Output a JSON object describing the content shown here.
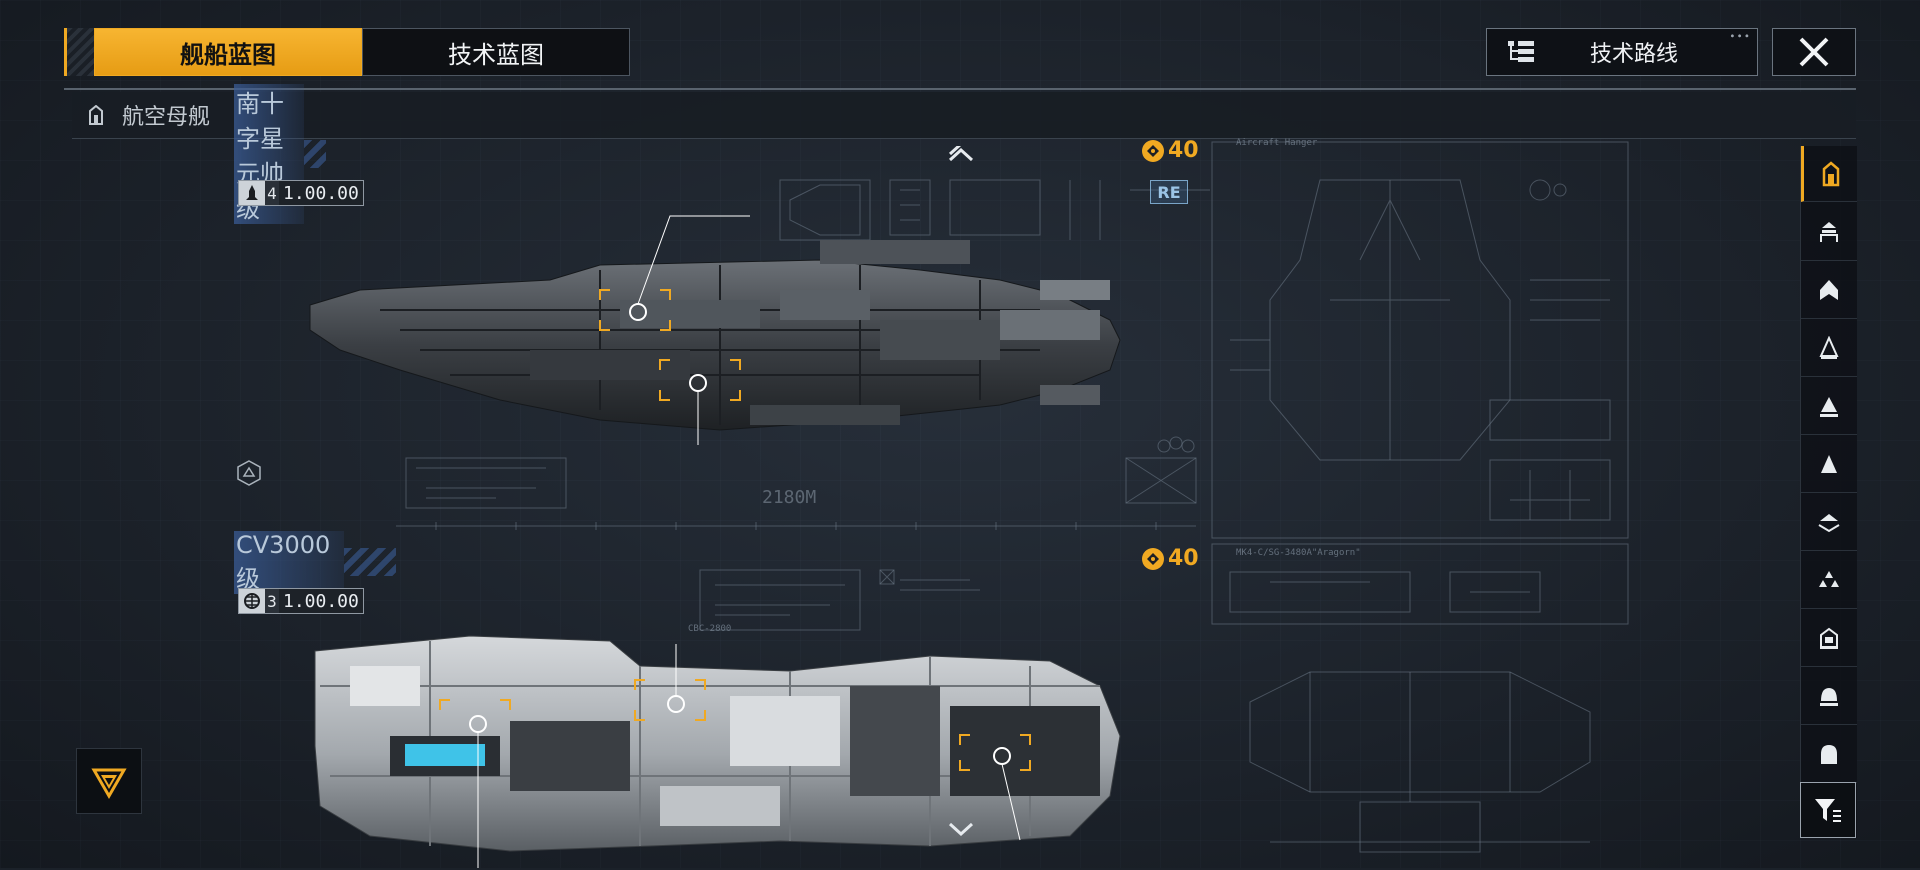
{
  "tabs": [
    {
      "label": "舰船蓝图",
      "active": true
    },
    {
      "label": "技术蓝图",
      "active": false
    }
  ],
  "header": {
    "tech_route_label": "技术路线",
    "tech_route_icon": "tree-list-icon",
    "close_icon": "close-icon"
  },
  "category": {
    "label": "航空母舰",
    "icon": "carrier-icon"
  },
  "ships": [
    {
      "name": "南十字星元帅级",
      "tier": "4",
      "value": "1.00.00",
      "stat_icon": "rocket-icon",
      "cost": "40",
      "badge": "RE",
      "blueprint_labels": [
        "Aircraft Hanger",
        "2180M"
      ]
    },
    {
      "name": "CV3000级",
      "tier": "3",
      "value": "1.00.00",
      "stat_icon": "globe-icon",
      "cost": "40",
      "blueprint_labels": [
        "MK4-C/SG-3480A\"Aragorn\"",
        "CBC-2800"
      ]
    }
  ],
  "rail": {
    "items": [
      "carrier-icon",
      "cruiser-up-icon",
      "battlecruiser-icon",
      "frigate-icon",
      "destroyer-icon",
      "corvette-icon",
      "layered-icon",
      "cluster-icon",
      "base-icon",
      "dome-icon",
      "capsule-icon"
    ],
    "filter_icon": "filter-icon"
  },
  "colors": {
    "accent": "#f0a922",
    "badge_blue": "#7aa5c8",
    "name_bar": "#3a5c96"
  }
}
